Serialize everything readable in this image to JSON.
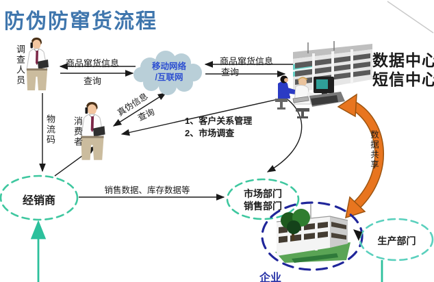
{
  "title": "防伪防窜货流程",
  "nodes": {
    "investigator": {
      "label": "调查人员"
    },
    "consumer": {
      "label": "消费者"
    },
    "cloud": {
      "line1": "移动网络",
      "line2": "/互联网"
    },
    "datacenter": {
      "line1": "数据中心",
      "line2": "短信中心"
    },
    "dealer": {
      "label": "经销商"
    },
    "market_dept": {
      "line1": "市场部门",
      "line2": "销售部门"
    },
    "production_dept": {
      "label": "生产部门"
    },
    "enterprise": {
      "label": "企业"
    }
  },
  "edges": {
    "left_info": "商品窜货信息",
    "left_query": "查询",
    "right_info": "商品窜货信息",
    "right_query": "查询",
    "auth_info": "真伪信息",
    "consumer_query": "查询",
    "logistics_code": "物流码",
    "dealer_sales": "销售数据、库存数据等",
    "data_share": "数据共享",
    "crm_line1": "1、客户关系管理",
    "crm_line2": "2、市场调查"
  },
  "colors": {
    "title": "#3f76ad",
    "teal": "#3ec79f",
    "teal-light": "#5ad0bd",
    "navy": "#20269a",
    "orange": "#e8751f",
    "cloud-fill": "#b9cfd8",
    "cloud-text": "#2d4fd1",
    "enterprise-text": "#2a35a8",
    "teal-arrow": "#2cc09c"
  }
}
